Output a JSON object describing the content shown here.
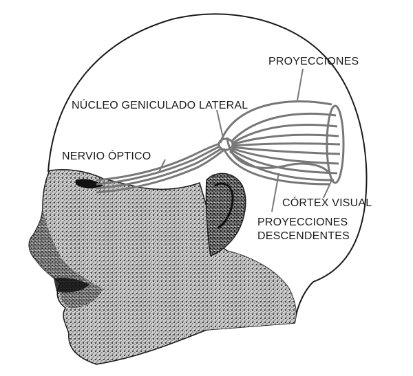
{
  "labels": {
    "proyecciones": "PROYECCIONES",
    "nucleo": "NÚCLEO GENICULADO LATERAL",
    "nervio": "NERVIO ÓPTICO",
    "cortex": "CÓRTEX VISUAL",
    "descendentes_1": "PROYECCIONES",
    "descendentes_2": "DESCENDENTES"
  },
  "colors": {
    "outline": "#1a1a1a",
    "pathway": "#777777",
    "skin_dark": "#2a2a2a",
    "skin_light": "#bdbdbd"
  }
}
